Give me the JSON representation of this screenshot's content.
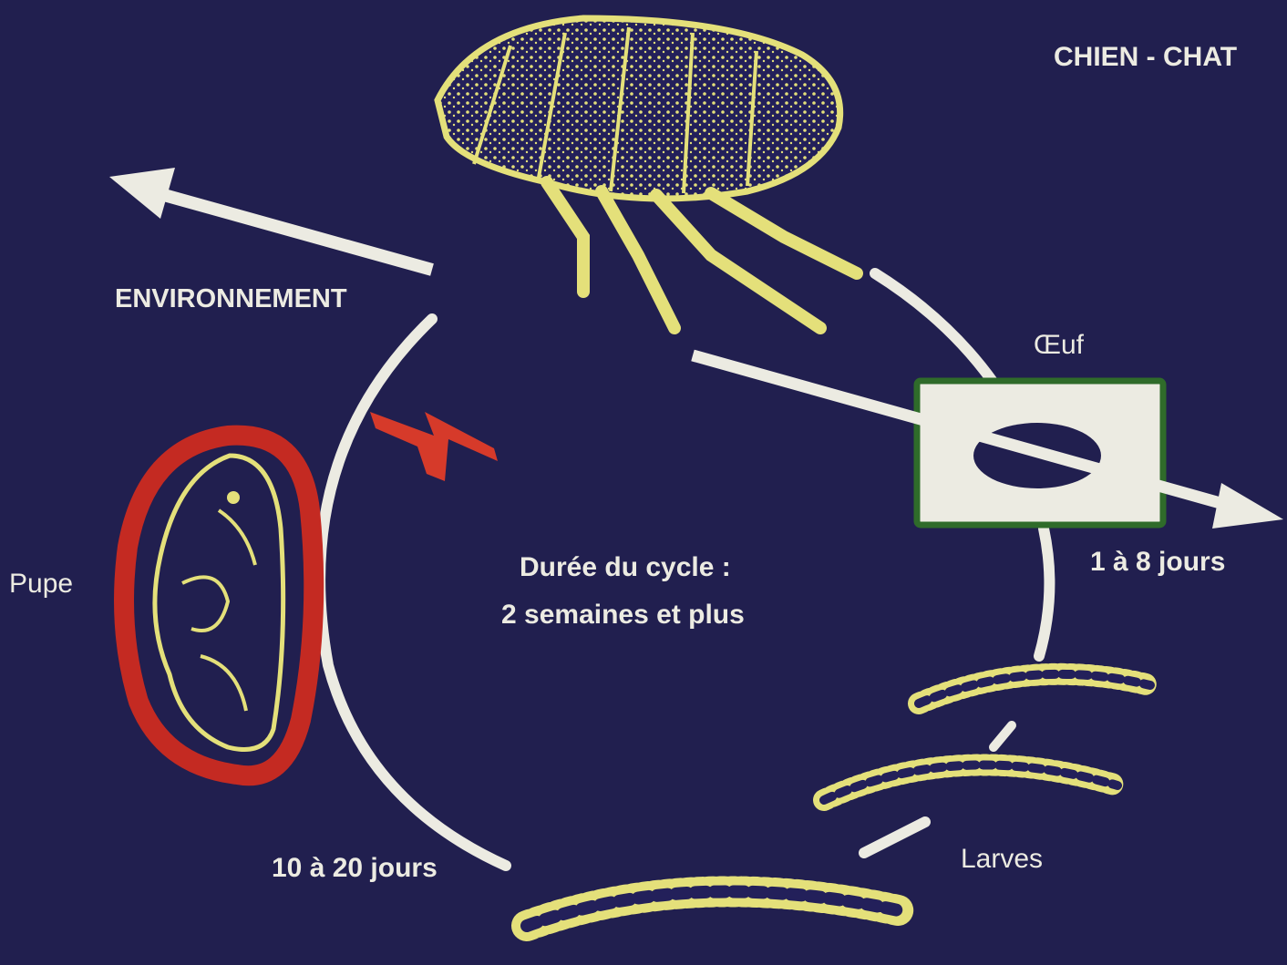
{
  "labels": {
    "host": "CHIEN - CHAT",
    "environment": "ENVIRONNEMENT",
    "egg": "Œuf",
    "egg_duration": "1 à 8 jours",
    "pupa": "Pupe",
    "cycle_duration_line1": "Durée du cycle :",
    "cycle_duration_line2": "2 semaines et plus",
    "pupa_duration": "10 à 20 jours",
    "larvae": "Larves"
  },
  "colors": {
    "background": "#211f4f",
    "cycle_arrow": "#ecebe2",
    "insect": "#e4e07a",
    "cocoon": "#c42a22",
    "lightning": "#d63a2a",
    "egg_box_border": "#2f6b2a"
  },
  "icons": {
    "adult": "flea-icon",
    "egg": "egg-icon",
    "larva": "larva-icon",
    "pupa": "pupa-icon",
    "hazard": "lightning-icon"
  }
}
